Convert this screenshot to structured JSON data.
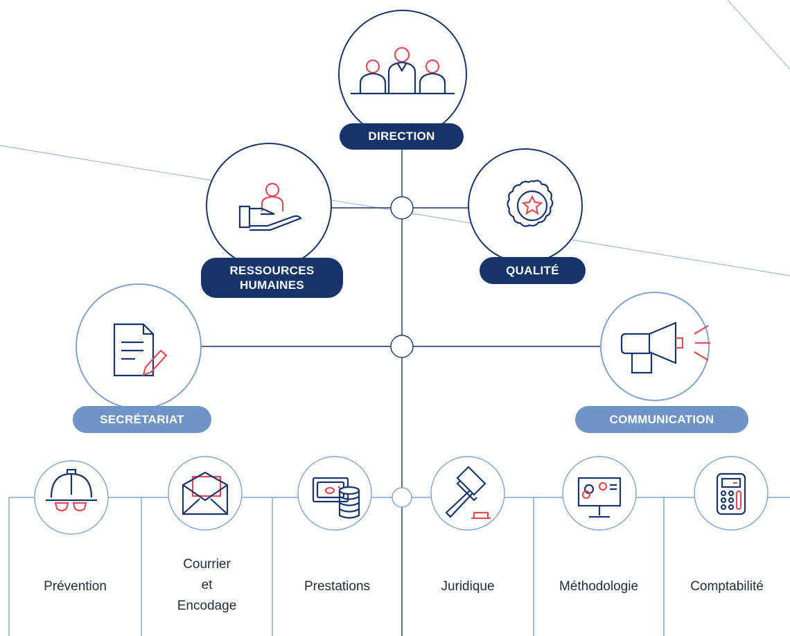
{
  "colors": {
    "navy": "#17346a",
    "accent": "#e04a56",
    "line": "#7ea2cf",
    "pill_light": "#6f95c7"
  },
  "top_units": {
    "direction": {
      "label": "DIRECTION",
      "icon": "team-meeting-icon"
    },
    "ressources_humaines": {
      "label_line1": "RESSOURCES",
      "label_line2": "HUMAINES",
      "icon": "hand-with-person-icon"
    },
    "qualite": {
      "label": "QUALITÉ",
      "icon": "star-badge-icon"
    },
    "secretariat": {
      "label": "SECRÉTARIAT",
      "icon": "document-pen-icon"
    },
    "communication": {
      "label": "COMMUNICATION",
      "icon": "megaphone-icon"
    }
  },
  "departments": [
    {
      "lines": [
        "Prévention"
      ],
      "icon": "hard-hat-icon"
    },
    {
      "lines": [
        "Courrier",
        "et",
        "Encodage"
      ],
      "icon": "envelope-icon"
    },
    {
      "lines": [
        "Prestations"
      ],
      "icon": "money-coins-icon"
    },
    {
      "lines": [
        "Juridique"
      ],
      "icon": "gavel-icon"
    },
    {
      "lines": [
        "Méthodologie"
      ],
      "icon": "monitor-gears-icon"
    },
    {
      "lines": [
        "Comptabilité"
      ],
      "icon": "calculator-icon"
    }
  ]
}
